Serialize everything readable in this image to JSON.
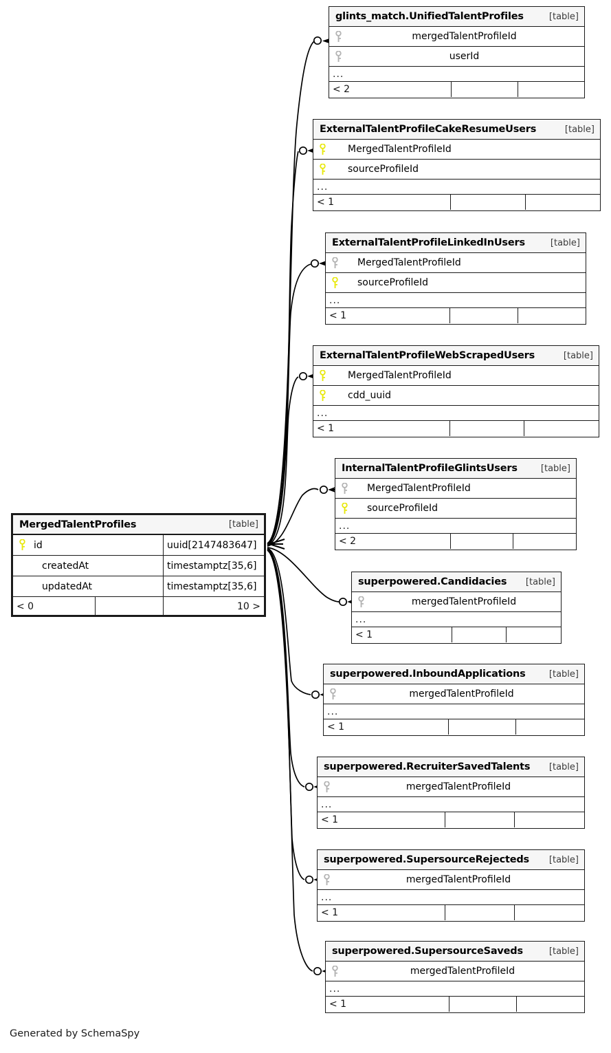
{
  "diagram": {
    "caption": "Generated by SchemaSpy",
    "table_tag": "[table]",
    "ellipsis": "...",
    "colors": {
      "pk_key": "#e8e80d",
      "fk_key": "#b3b3b3",
      "border": "#1a1a1a",
      "header_bg": "#f6f6f6",
      "background": "#ffffff"
    }
  },
  "tables": [
    {
      "id": "unified-talent-profiles",
      "title": "glints_match.UnifiedTalentProfiles",
      "tag": "[table]",
      "columns": [
        {
          "name": "mergedTalentProfileId",
          "key": "fk"
        },
        {
          "name": "userId",
          "key": "fk"
        }
      ],
      "ellipsis": "...",
      "footer": {
        "left": "< 2",
        "middle": "",
        "right": ""
      }
    },
    {
      "id": "external-cake-resume-users",
      "title": "ExternalTalentProfileCakeResumeUsers",
      "tag": "[table]",
      "columns": [
        {
          "name": "MergedTalentProfileId",
          "key": "pk"
        },
        {
          "name": "sourceProfileId",
          "key": "pk"
        }
      ],
      "ellipsis": "...",
      "footer": {
        "left": "< 1",
        "middle": "",
        "right": ""
      }
    },
    {
      "id": "external-linkedin-users",
      "title": "ExternalTalentProfileLinkedInUsers",
      "tag": "[table]",
      "columns": [
        {
          "name": "MergedTalentProfileId",
          "key": "fk"
        },
        {
          "name": "sourceProfileId",
          "key": "pk"
        }
      ],
      "ellipsis": "...",
      "footer": {
        "left": "< 1",
        "middle": "",
        "right": ""
      }
    },
    {
      "id": "external-webscraped-users",
      "title": "ExternalTalentProfileWebScrapedUsers",
      "tag": "[table]",
      "columns": [
        {
          "name": "MergedTalentProfileId",
          "key": "pk"
        },
        {
          "name": "cdd_uuid",
          "key": "pk"
        }
      ],
      "ellipsis": "...",
      "footer": {
        "left": "< 1",
        "middle": "",
        "right": ""
      }
    },
    {
      "id": "internal-glints-users",
      "title": "InternalTalentProfileGlintsUsers",
      "tag": "[table]",
      "columns": [
        {
          "name": "MergedTalentProfileId",
          "key": "fk"
        },
        {
          "name": "sourceProfileId",
          "key": "pk"
        }
      ],
      "ellipsis": "...",
      "footer": {
        "left": "< 2",
        "middle": "",
        "right": ""
      }
    },
    {
      "id": "merged-talent-profiles",
      "title": "MergedTalentProfiles",
      "tag": "[table]",
      "primary": true,
      "columns": [
        {
          "name": "id",
          "key": "pk",
          "type": "uuid[2147483647]"
        },
        {
          "name": "createdAt",
          "key": "none",
          "type": "timestamptz[35,6]"
        },
        {
          "name": "updatedAt",
          "key": "none",
          "type": "timestamptz[35,6]"
        }
      ],
      "footer": {
        "left": "< 0",
        "middle": "",
        "right": "10 >"
      }
    },
    {
      "id": "superpowered-candidacies",
      "title": "superpowered.Candidacies",
      "tag": "[table]",
      "columns": [
        {
          "name": "mergedTalentProfileId",
          "key": "fk"
        }
      ],
      "ellipsis": "...",
      "footer": {
        "left": "< 1",
        "middle": "",
        "right": ""
      }
    },
    {
      "id": "superpowered-inbound-applications",
      "title": "superpowered.InboundApplications",
      "tag": "[table]",
      "columns": [
        {
          "name": "mergedTalentProfileId",
          "key": "fk"
        }
      ],
      "ellipsis": "...",
      "footer": {
        "left": "< 1",
        "middle": "",
        "right": ""
      }
    },
    {
      "id": "superpowered-recruiter-saved-talents",
      "title": "superpowered.RecruiterSavedTalents",
      "tag": "[table]",
      "columns": [
        {
          "name": "mergedTalentProfileId",
          "key": "fk"
        }
      ],
      "ellipsis": "...",
      "footer": {
        "left": "< 1",
        "middle": "",
        "right": ""
      }
    },
    {
      "id": "superpowered-supersource-rejecteds",
      "title": "superpowered.SupersourceRejecteds",
      "tag": "[table]",
      "columns": [
        {
          "name": "mergedTalentProfileId",
          "key": "fk"
        }
      ],
      "ellipsis": "...",
      "footer": {
        "left": "< 1",
        "middle": "",
        "right": ""
      }
    },
    {
      "id": "superpowered-supersource-saveds",
      "title": "superpowered.SupersourceSaveds",
      "tag": "[table]",
      "columns": [
        {
          "name": "mergedTalentProfileId",
          "key": "fk"
        }
      ],
      "ellipsis": "...",
      "footer": {
        "left": "< 1",
        "middle": "",
        "right": ""
      }
    }
  ],
  "relationships": [
    {
      "from": "merged-talent-profiles",
      "to": "unified-talent-profiles",
      "to_column": "mergedTalentProfileId"
    },
    {
      "from": "merged-talent-profiles",
      "to": "external-cake-resume-users",
      "to_column": "MergedTalentProfileId"
    },
    {
      "from": "merged-talent-profiles",
      "to": "external-linkedin-users",
      "to_column": "MergedTalentProfileId"
    },
    {
      "from": "merged-talent-profiles",
      "to": "external-webscraped-users",
      "to_column": "MergedTalentProfileId"
    },
    {
      "from": "merged-talent-profiles",
      "to": "internal-glints-users",
      "to_column": "MergedTalentProfileId"
    },
    {
      "from": "merged-talent-profiles",
      "to": "superpowered-candidacies",
      "to_column": "mergedTalentProfileId"
    },
    {
      "from": "merged-talent-profiles",
      "to": "superpowered-inbound-applications",
      "to_column": "mergedTalentProfileId"
    },
    {
      "from": "merged-talent-profiles",
      "to": "superpowered-recruiter-saved-talents",
      "to_column": "mergedTalentProfileId"
    },
    {
      "from": "merged-talent-profiles",
      "to": "superpowered-supersource-rejecteds",
      "to_column": "mergedTalentProfileId"
    },
    {
      "from": "merged-talent-profiles",
      "to": "superpowered-supersource-saveds",
      "to_column": "mergedTalentProfileId"
    }
  ]
}
